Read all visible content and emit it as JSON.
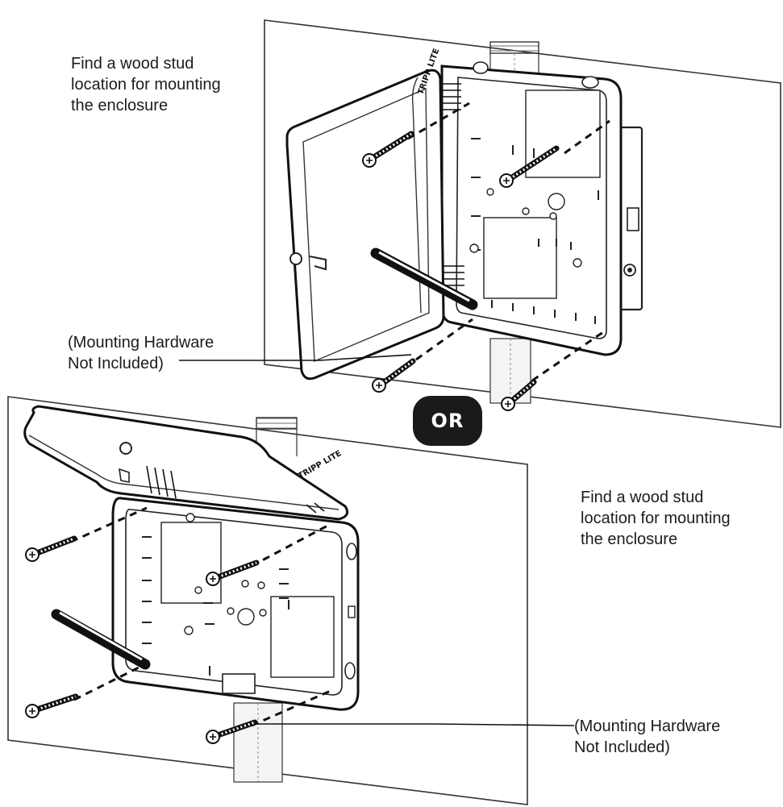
{
  "top_panel": {
    "instruction_lines": [
      "Find a wood stud",
      "location for mounting",
      "the enclosure"
    ],
    "hardware_lines": [
      "(Mounting Hardware",
      "Not Included)"
    ]
  },
  "separator": {
    "label": "OR"
  },
  "bottom_panel": {
    "instruction_lines": [
      "Find a wood stud",
      "location for mounting",
      "the enclosure"
    ],
    "hardware_lines": [
      "(Mounting Hardware",
      "Not Included)"
    ]
  },
  "logo_text": "TRIPP LITE",
  "colors": {
    "ink": "#1c1c1c",
    "badge": "#1a1a1a",
    "paper": "#ffffff"
  }
}
